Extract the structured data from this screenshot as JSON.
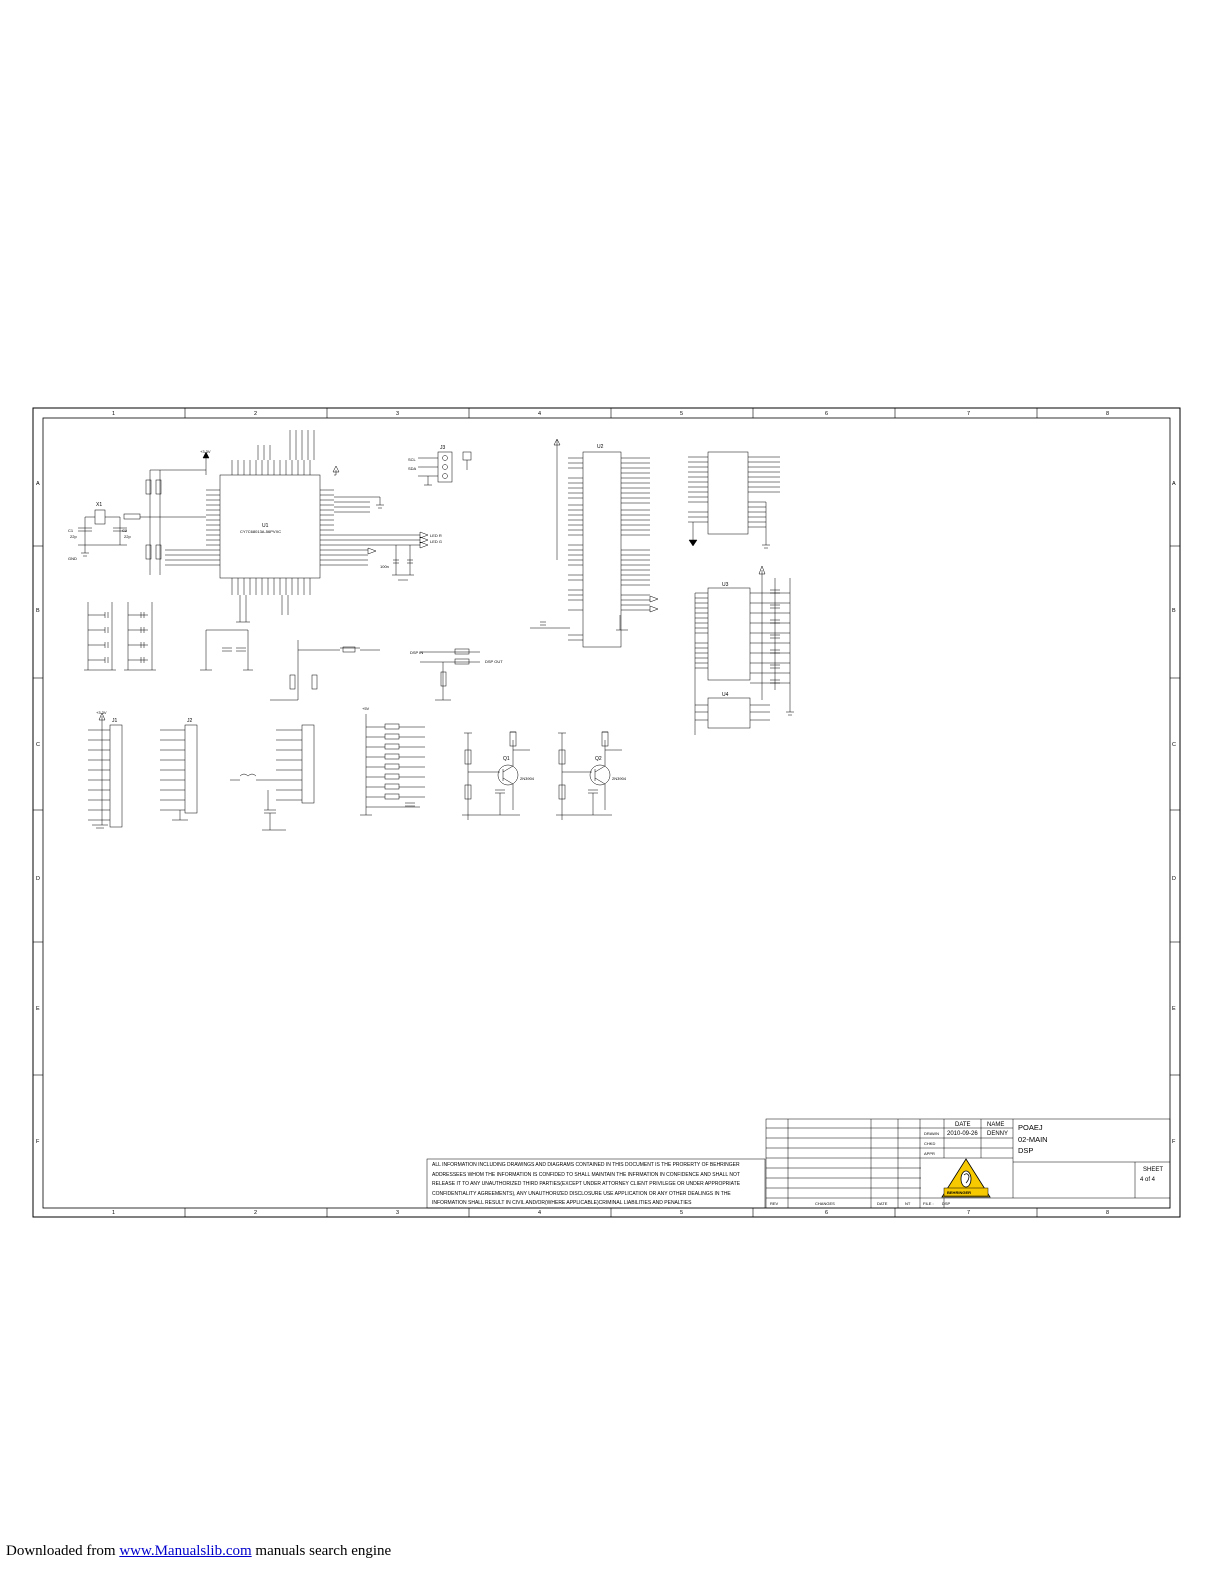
{
  "grid": {
    "columns": [
      "1",
      "2",
      "3",
      "4",
      "5",
      "6",
      "7",
      "8"
    ],
    "rows": [
      "A",
      "B",
      "C",
      "D",
      "E",
      "F"
    ]
  },
  "title_block": {
    "col_date": "DATE",
    "col_name": "NAME",
    "drawn_label": "DRAWN",
    "drawn_date": "2010-09-26",
    "drawn_name": "DENNY",
    "chkd_label": "CHKD",
    "appr_label": "APPR",
    "title_line1": "POAEJ",
    "title_line2": "02-MAIN",
    "title_line3": "DSP",
    "sheet_label": "SHEET",
    "sheet_value": "4  of  4",
    "rev_label": "REV",
    "changes_label": "CHANGES",
    "date_label": "DATE",
    "nt_label": "NT",
    "file_label": "FILE :",
    "file_value": "DSP",
    "logo_text": "BEHRINGER"
  },
  "notice": [
    "ALL INFORMATION INCLUDING DRAWINGS AND DIAGRAMS CONTAINED IN THIS DOCUMENT IS THE PRORERTY OF BEHRINGER",
    "ADDRESSEES WHOM THE INFORMATION IS CONFIDED TO SHALL MAINTAIN THE INFRMATION IN CONFIDENCE AND SHALL NOT",
    "RELEASE IT TO ANY UNAUTHORIZED THIRD PARTIES(EXCEPT UNDER ATTORNEY CLIENT PRIVILEGE OR UNDER APPROPRIATE",
    "CONFIDENTIALITY AGREEMENTS), ANY UNAUTHORIZED DISCLOSURE USE APPLICATION OR ANY OTHER DEALINGS IN THE",
    "INFORMATION SHALL RESULT IN CIVIL AND/OR(WHERE APPLICABLE)CRIMINAL LIABILITIES AND PENALTIES"
  ],
  "components": {
    "u1": "U1",
    "u1_part": "CY7C68013A-56PVXC",
    "u2": "U2",
    "u3": "U3",
    "u4": "U4",
    "x1": "X1",
    "j1": "J1",
    "j2": "J2",
    "j3": "J3",
    "q1": "Q1",
    "q2": "Q2",
    "q_part": "2N3904",
    "c1": "C1",
    "c2": "C2",
    "c_val": "22p",
    "c_bypass": "100n",
    "gnd": "GND",
    "vcc": "+3.3V",
    "v5": "+5V",
    "dsp_in": "DSP IN",
    "dsp_out": "DSP OUT",
    "scl": "SCL",
    "sda": "SDA",
    "led_r": "LED R",
    "led_g": "LED G"
  },
  "footer": {
    "prefix": "Downloaded from ",
    "link": "www.Manualslib.com",
    "suffix": " manuals search engine"
  }
}
